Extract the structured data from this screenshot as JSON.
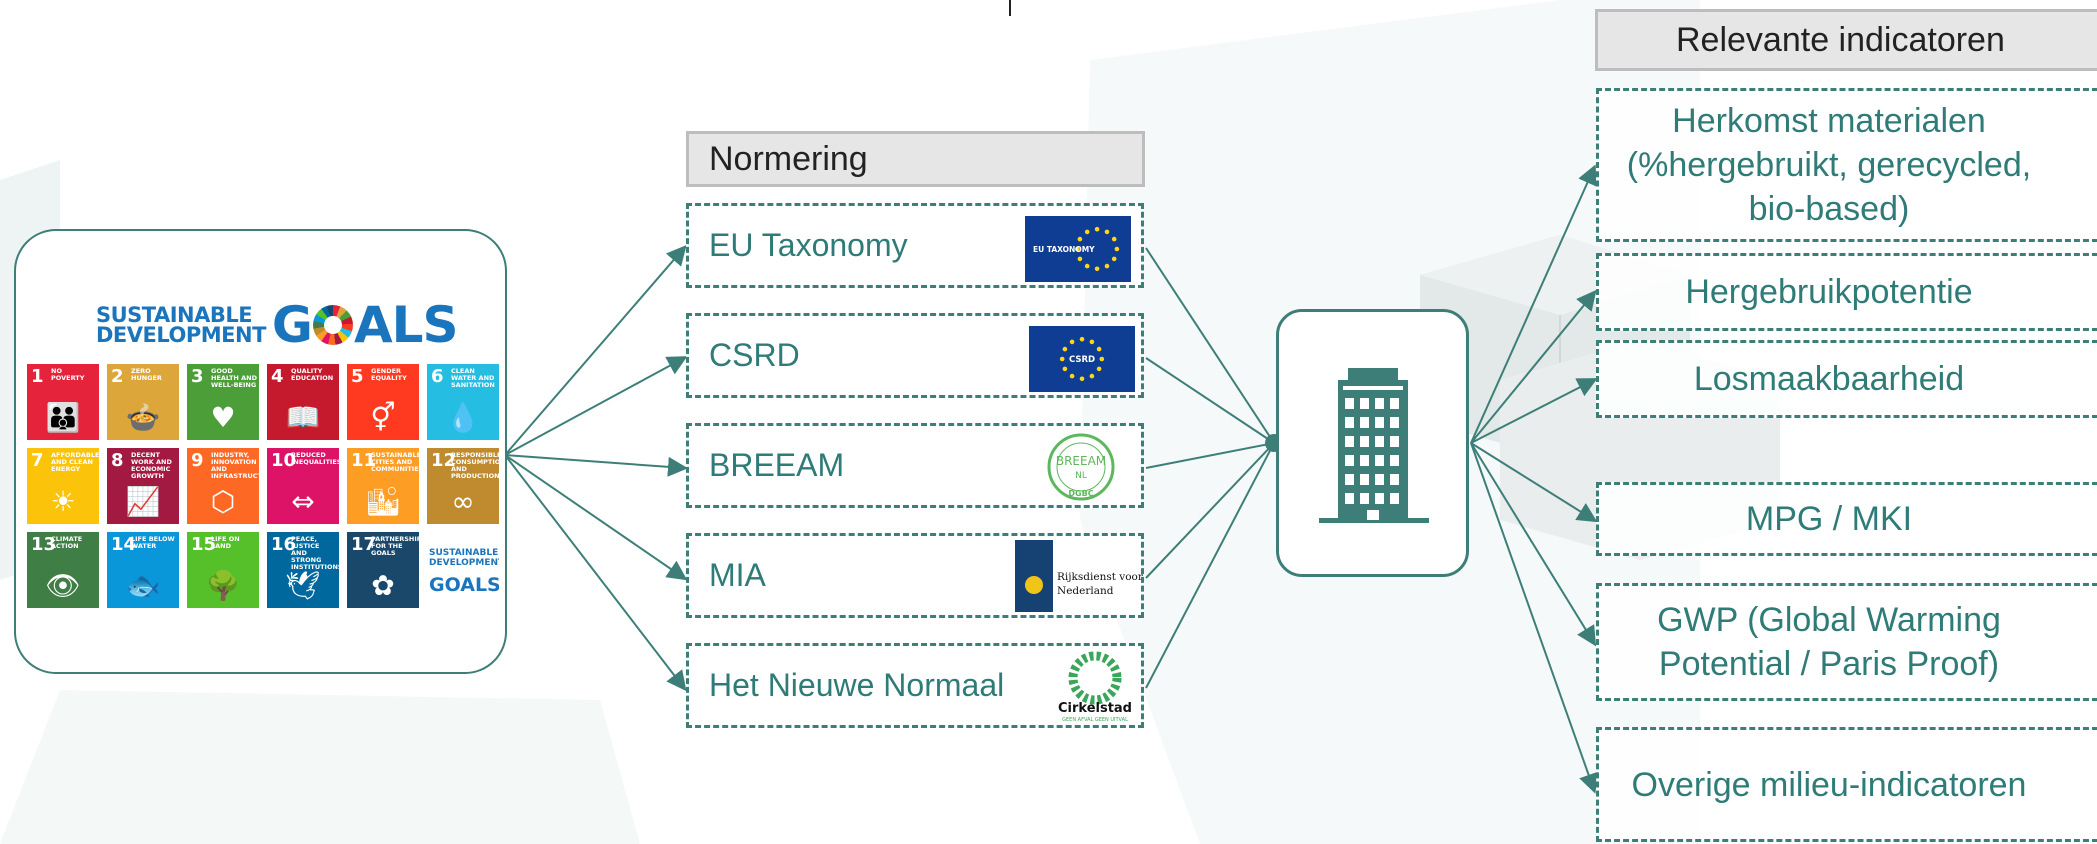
{
  "sdg": {
    "title_line1": "SUSTAINABLE",
    "title_line2": "DEVELOPMENT",
    "title_go": "G",
    "title_als": "ALS",
    "tiles": [
      {
        "num": "1",
        "label": "NO POVERTY",
        "color": "#e5243b",
        "icon": "👪"
      },
      {
        "num": "2",
        "label": "ZERO HUNGER",
        "color": "#dda63a",
        "icon": "🍲"
      },
      {
        "num": "3",
        "label": "GOOD HEALTH AND WELL-BEING",
        "color": "#4c9f38",
        "icon": "♥"
      },
      {
        "num": "4",
        "label": "QUALITY EDUCATION",
        "color": "#c5192d",
        "icon": "📖"
      },
      {
        "num": "5",
        "label": "GENDER EQUALITY",
        "color": "#ff3a21",
        "icon": "⚥"
      },
      {
        "num": "6",
        "label": "CLEAN WATER AND SANITATION",
        "color": "#26bde2",
        "icon": "💧"
      },
      {
        "num": "7",
        "label": "AFFORDABLE AND CLEAN ENERGY",
        "color": "#fcc30b",
        "icon": "☀"
      },
      {
        "num": "8",
        "label": "DECENT WORK AND ECONOMIC GROWTH",
        "color": "#a21942",
        "icon": "📈"
      },
      {
        "num": "9",
        "label": "INDUSTRY, INNOVATION AND INFRASTRUCTURE",
        "color": "#fd6925",
        "icon": "⬡"
      },
      {
        "num": "10",
        "label": "REDUCED INEQUALITIES",
        "color": "#dd1367",
        "icon": "⇔"
      },
      {
        "num": "11",
        "label": "SUSTAINABLE CITIES AND COMMUNITIES",
        "color": "#fd9d24",
        "icon": "🏙"
      },
      {
        "num": "12",
        "label": "RESPONSIBLE CONSUMPTION AND PRODUCTION",
        "color": "#bf8b2e",
        "icon": "∞"
      },
      {
        "num": "13",
        "label": "CLIMATE ACTION",
        "color": "#3f7e44",
        "icon": "👁"
      },
      {
        "num": "14",
        "label": "LIFE BELOW WATER",
        "color": "#0a97d9",
        "icon": "🐟"
      },
      {
        "num": "15",
        "label": "LIFE ON LAND",
        "color": "#56c02b",
        "icon": "🌳"
      },
      {
        "num": "16",
        "label": "PEACE, JUSTICE AND STRONG INSTITUTIONS",
        "color": "#00689d",
        "icon": "🕊"
      },
      {
        "num": "17",
        "label": "PARTNERSHIPS FOR THE GOALS",
        "color": "#19486a",
        "icon": "✿"
      }
    ],
    "logo_tile_text": "SUSTAINABLE DEVELOPMENT",
    "logo_tile_goals": "GOALS"
  },
  "normering": {
    "header": "Normering",
    "items": [
      {
        "label": "EU Taxonomy",
        "logo_text": "EU TAXONOMY"
      },
      {
        "label": "CSRD",
        "logo_text": "CSRD"
      },
      {
        "label": "BREEAM",
        "logo_text": "BREEAM",
        "logo_sub": "NL",
        "logo_bottom": "DGBC"
      },
      {
        "label": "MIA",
        "logo_text": "Rijksdienst voor Or",
        "logo_sub": "Nederland"
      },
      {
        "label": "Het Nieuwe Normaal",
        "logo_text": "Cirkelstad",
        "logo_sub": "GEEN AFVAL  GEEN UITVAL"
      }
    ]
  },
  "indicatoren": {
    "header": "Relevante indicatoren",
    "items": [
      {
        "label": "Herkomst materialen (%hergebruikt, gerecycled, bio-based)"
      },
      {
        "label": "Hergebruikpotentie"
      },
      {
        "label": "Losmaakbaarheid"
      },
      {
        "label": "MPG / MKI"
      },
      {
        "label": "GWP (Global Warming Potential / Paris Proof)"
      },
      {
        "label": "Overige milieu-indicatoren"
      }
    ]
  },
  "colors": {
    "accent": "#3d7f78",
    "text": "#2f7b77",
    "header_bg": "#e6e6e6",
    "eu_blue": "#103d94",
    "eu_star": "#ffd617",
    "breeam_green": "#5cb85c"
  }
}
